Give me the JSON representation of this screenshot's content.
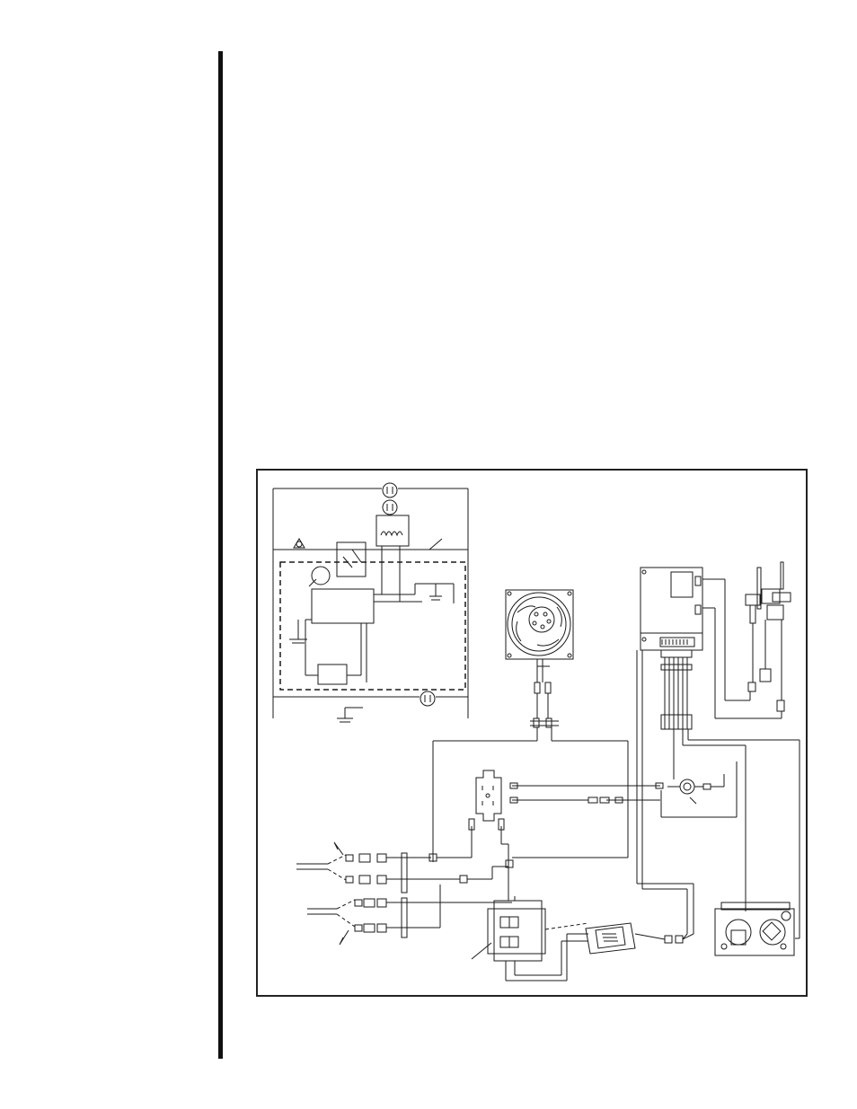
{
  "page": {
    "background_color": "#ffffff",
    "rule_color": "#111111",
    "line_color": "#1a1a1a"
  },
  "diagram": {
    "components": [
      {
        "name": "schematic-inset",
        "icon": "wiring-schematic"
      },
      {
        "name": "blower-fan",
        "icon": "fan-icon"
      },
      {
        "name": "ignition-module",
        "icon": "control-board"
      },
      {
        "name": "pilot-assembly",
        "icon": "pilot-burner"
      },
      {
        "name": "receptacle",
        "icon": "duplex-outlet"
      },
      {
        "name": "junction-box",
        "icon": "junction-box"
      },
      {
        "name": "transformer",
        "icon": "transformer"
      },
      {
        "name": "gas-valve",
        "icon": "gas-valve"
      },
      {
        "name": "thermodisc",
        "icon": "temperature-switch"
      }
    ]
  }
}
